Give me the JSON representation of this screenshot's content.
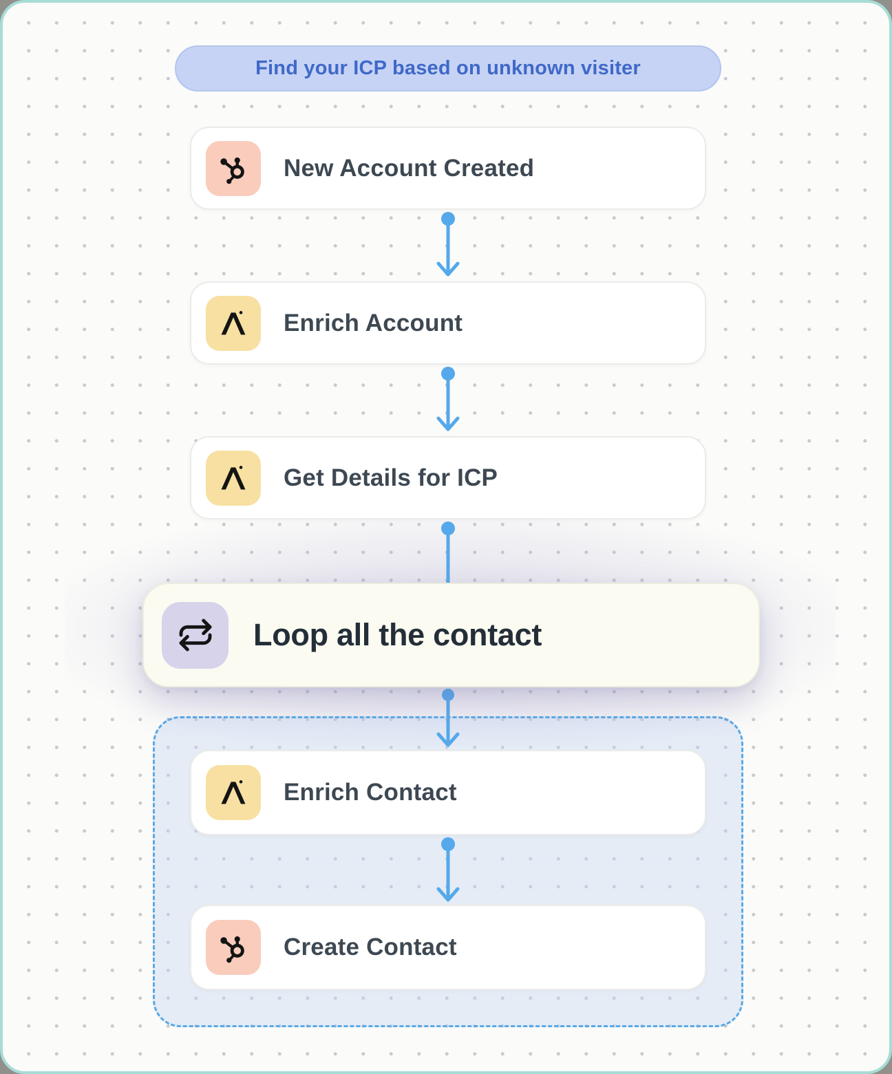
{
  "header": {
    "label": "Find your ICP based on unknown visiter"
  },
  "nodes": [
    {
      "id": "new-account-created",
      "label": "New Account Created",
      "icon": "hubspot-icon",
      "icon_bg": "#f9ccbc"
    },
    {
      "id": "enrich-account",
      "label": "Enrich Account",
      "icon": "apollo-icon",
      "icon_bg": "#f7e0a2"
    },
    {
      "id": "get-details-for-icp",
      "label": "Get Details for ICP",
      "icon": "apollo-icon",
      "icon_bg": "#f7e0a2"
    },
    {
      "id": "loop-all-the-contact",
      "label": "Loop all the contact",
      "icon": "loop-icon",
      "icon_bg": "#d7d3eb"
    },
    {
      "id": "enrich-contact",
      "label": "Enrich Contact",
      "icon": "apollo-icon",
      "icon_bg": "#f7e0a2"
    },
    {
      "id": "create-contact",
      "label": "Create Contact",
      "icon": "hubspot-icon",
      "icon_bg": "#f9ccbc"
    }
  ],
  "colors": {
    "connector": "#55a9ea",
    "canvas_border": "#a7dcd6",
    "pill_bg": "#c6d3f4",
    "pill_text": "#3f68c8",
    "loop_body_border": "#58a9e8",
    "icon_peach": "#f9ccbc",
    "icon_yellow": "#f7e0a2",
    "icon_lavender": "#d7d3eb"
  }
}
